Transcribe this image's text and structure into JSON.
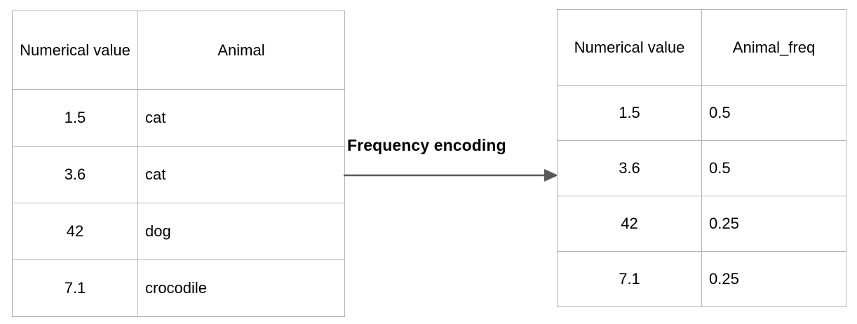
{
  "diagram": {
    "type": "table-transformation",
    "transform": {
      "label": "Frequency encoding",
      "arrow_icon": "arrow-right-icon",
      "arrow_color": "#595959"
    },
    "border_color": "#b3b3b3",
    "text_color": "#000000",
    "background_color": "#ffffff"
  },
  "source_table": {
    "name": "source-table",
    "headers": [
      "Numerical value",
      "Animal"
    ],
    "rows": [
      {
        "numerical_value": "1.5",
        "animal": "cat"
      },
      {
        "numerical_value": "3.6",
        "animal": "cat"
      },
      {
        "numerical_value": "42",
        "animal": "dog"
      },
      {
        "numerical_value": "7.1",
        "animal": "crocodile"
      }
    ]
  },
  "result_table": {
    "name": "result-table",
    "headers": [
      "Numerical value",
      "Animal_freq"
    ],
    "rows": [
      {
        "numerical_value": "1.5",
        "animal_freq": "0.5"
      },
      {
        "numerical_value": "3.6",
        "animal_freq": "0.5"
      },
      {
        "numerical_value": "42",
        "animal_freq": "0.25"
      },
      {
        "numerical_value": "7.1",
        "animal_freq": "0.25"
      }
    ]
  }
}
